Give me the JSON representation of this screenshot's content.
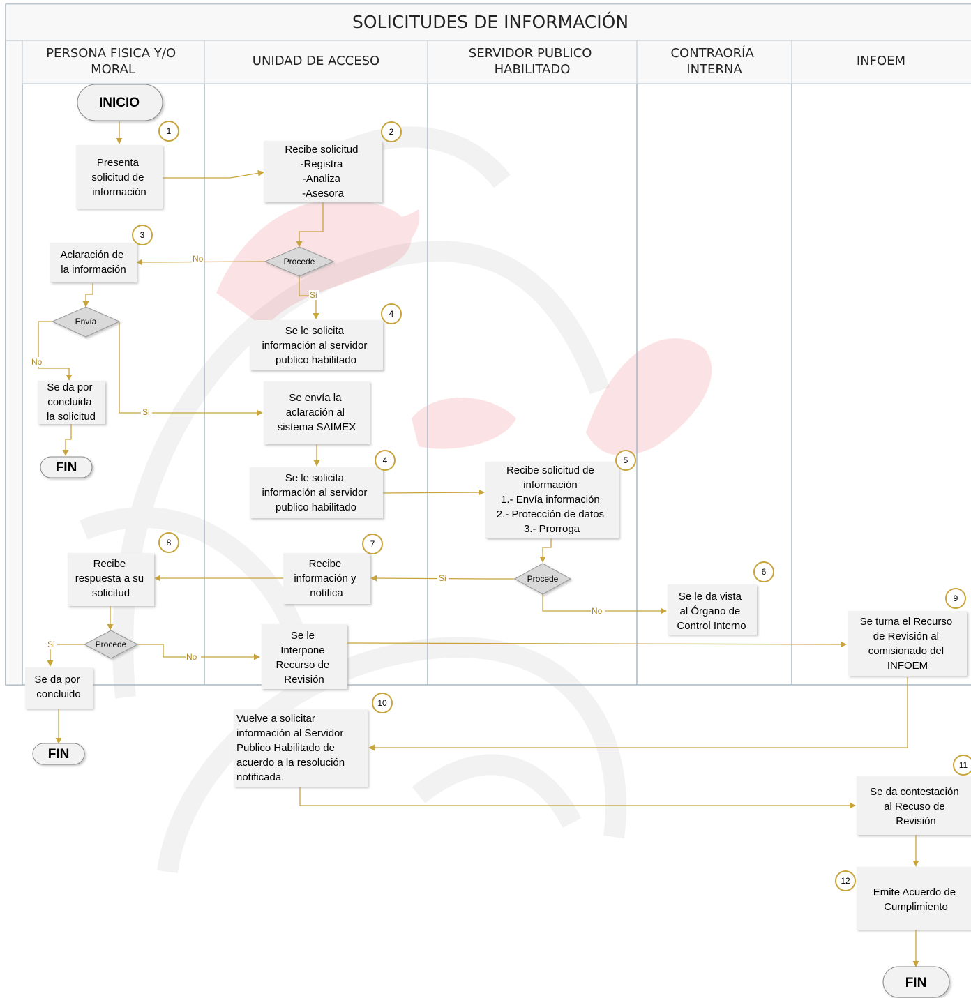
{
  "title": "SOLICITUDES DE INFORMACIÓN",
  "lanes": [
    {
      "lines": [
        "PERSONA FISICA Y/O",
        "MORAL"
      ]
    },
    {
      "lines": [
        "UNIDAD DE ACCESO"
      ]
    },
    {
      "lines": [
        "SERVIDOR PUBLICO",
        "HABILITADO"
      ]
    },
    {
      "lines": [
        "CONTRAORÍA",
        "INTERNA"
      ]
    },
    {
      "lines": [
        "INFOEM"
      ]
    }
  ],
  "terminals": {
    "inicio": "INICIO",
    "fin1": "FIN",
    "fin2": "FIN",
    "fin3": "FIN"
  },
  "steps": {
    "s1": [
      "Presenta",
      "solicitud de",
      "información"
    ],
    "s2": [
      "Recibe solicitud",
      "-Registra",
      "-Analiza",
      "-Asesora"
    ],
    "s3": [
      "Aclaración de",
      "la información"
    ],
    "s4a": [
      "Se le solicita",
      "información al servidor",
      "publico habilitado"
    ],
    "s_concluida": [
      "Se da por",
      "concluida",
      "la solicitud"
    ],
    "s_envia": [
      "Se envía la",
      "aclaración al",
      "sistema SAIMEX"
    ],
    "s4b": [
      "Se le solicita",
      "información al servidor",
      "publico habilitado"
    ],
    "s5": [
      "Recibe solicitud de",
      "información",
      "1.- Envía información",
      "2.- Protección de datos",
      "3.- Prorroga"
    ],
    "s6": [
      "Se le da vista",
      "al Órgano de",
      "Control Interno"
    ],
    "s7": [
      "Recibe",
      "información y",
      "notifica"
    ],
    "s8": [
      "Recibe",
      "respuesta a su",
      "solicitud"
    ],
    "s9": [
      "Se turna el Recurso",
      "de Revisión al",
      "comisionado del",
      "INFOEM"
    ],
    "s_interpone": [
      "Se le",
      "Interpone",
      "Recurso de",
      "Revisión"
    ],
    "s_concluido": [
      "Se da por",
      "concluido"
    ],
    "s10": [
      "Vuelve a solicitar",
      "información al Servidor",
      "Publico Habilitado de",
      "acuerdo a la resolución",
      "notificada."
    ],
    "s11": [
      "Se da contestación",
      "al Recuso de",
      "Revisión"
    ],
    "s12": [
      "Emite Acuerdo de",
      "Cumplimiento"
    ]
  },
  "decisions": {
    "d1": "Procede",
    "d2": "Envía",
    "d3": "Procede",
    "d4": "Procede"
  },
  "numbers": {
    "n1": "1",
    "n2": "2",
    "n3": "3",
    "n4a": "4",
    "n4b": "4",
    "n5": "5",
    "n6": "6",
    "n7": "7",
    "n8": "8",
    "n9": "9",
    "n10": "10",
    "n11": "11",
    "n12": "12"
  },
  "edge_labels": {
    "no1": "No",
    "si1": "Si",
    "no2": "No",
    "si2": "Si",
    "si3": "Si",
    "no3": "No",
    "si4": "Si",
    "no4": "No"
  },
  "colors": {
    "connector": "#c8a43c",
    "box_fill": "#f2f2f2",
    "lane_border": "#a9b8c4",
    "watermark": "#e8505b"
  }
}
